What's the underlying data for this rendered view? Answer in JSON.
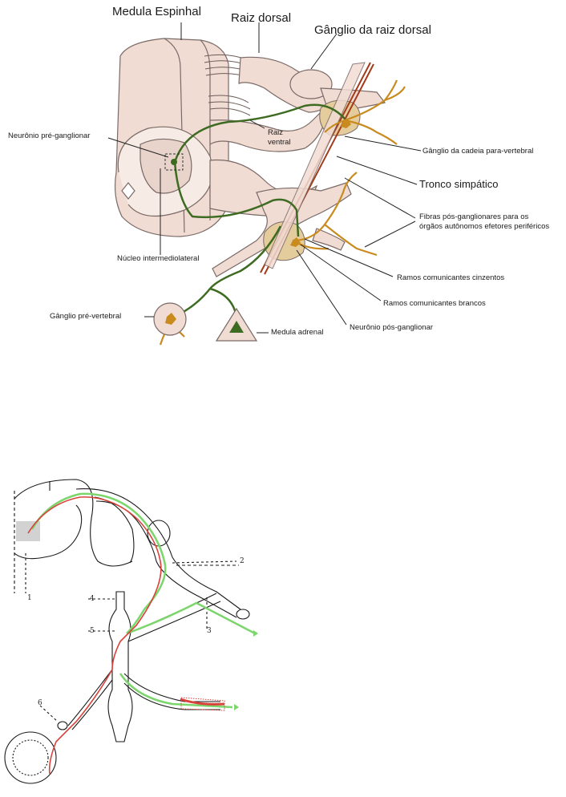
{
  "top_diagram": {
    "labels": {
      "medula_espinhal": "Medula Espinhal",
      "raiz_dorsal": "Raiz dorsal",
      "ganglio_raiz_dorsal": "Gânglio da raiz dorsal",
      "neuronio_pre": "Neurônio pré-ganglionar",
      "raiz_ventral_1": "Raiz",
      "raiz_ventral_2": "ventral",
      "ganglio_cadeia": "Gânglio da cadeia para-vertebral",
      "tronco_simpatico": "Tronco simpático",
      "fibras_pos_1": "Fibras pós-ganglionares para os",
      "fibras_pos_2": "órgãos autônomos efetores periféricos",
      "nucleo": "Núcleo intermediolateral",
      "ramos_cinzentos": "Ramos comunicantes cinzentos",
      "ramos_brancos": "Ramos comunicantes brancos",
      "ganglio_pre": "Gânglio pré-vertebral",
      "medula_adrenal": "Medula adrenal",
      "neuronio_pos": "Neurônio pós-ganglionar"
    }
  },
  "bottom_diagram": {
    "numbers": [
      "1",
      "2",
      "3",
      "4",
      "5",
      "6"
    ]
  },
  "colors": {
    "tissue": "#f1dcd4",
    "tissue_stroke": "#7a6a66",
    "preganglionic": "#3e6b22",
    "postganglionic": "#c98a1e",
    "trunk": "#a33a1a",
    "fiber_green": "#7bd66b",
    "fiber_red": "#d9423a"
  }
}
